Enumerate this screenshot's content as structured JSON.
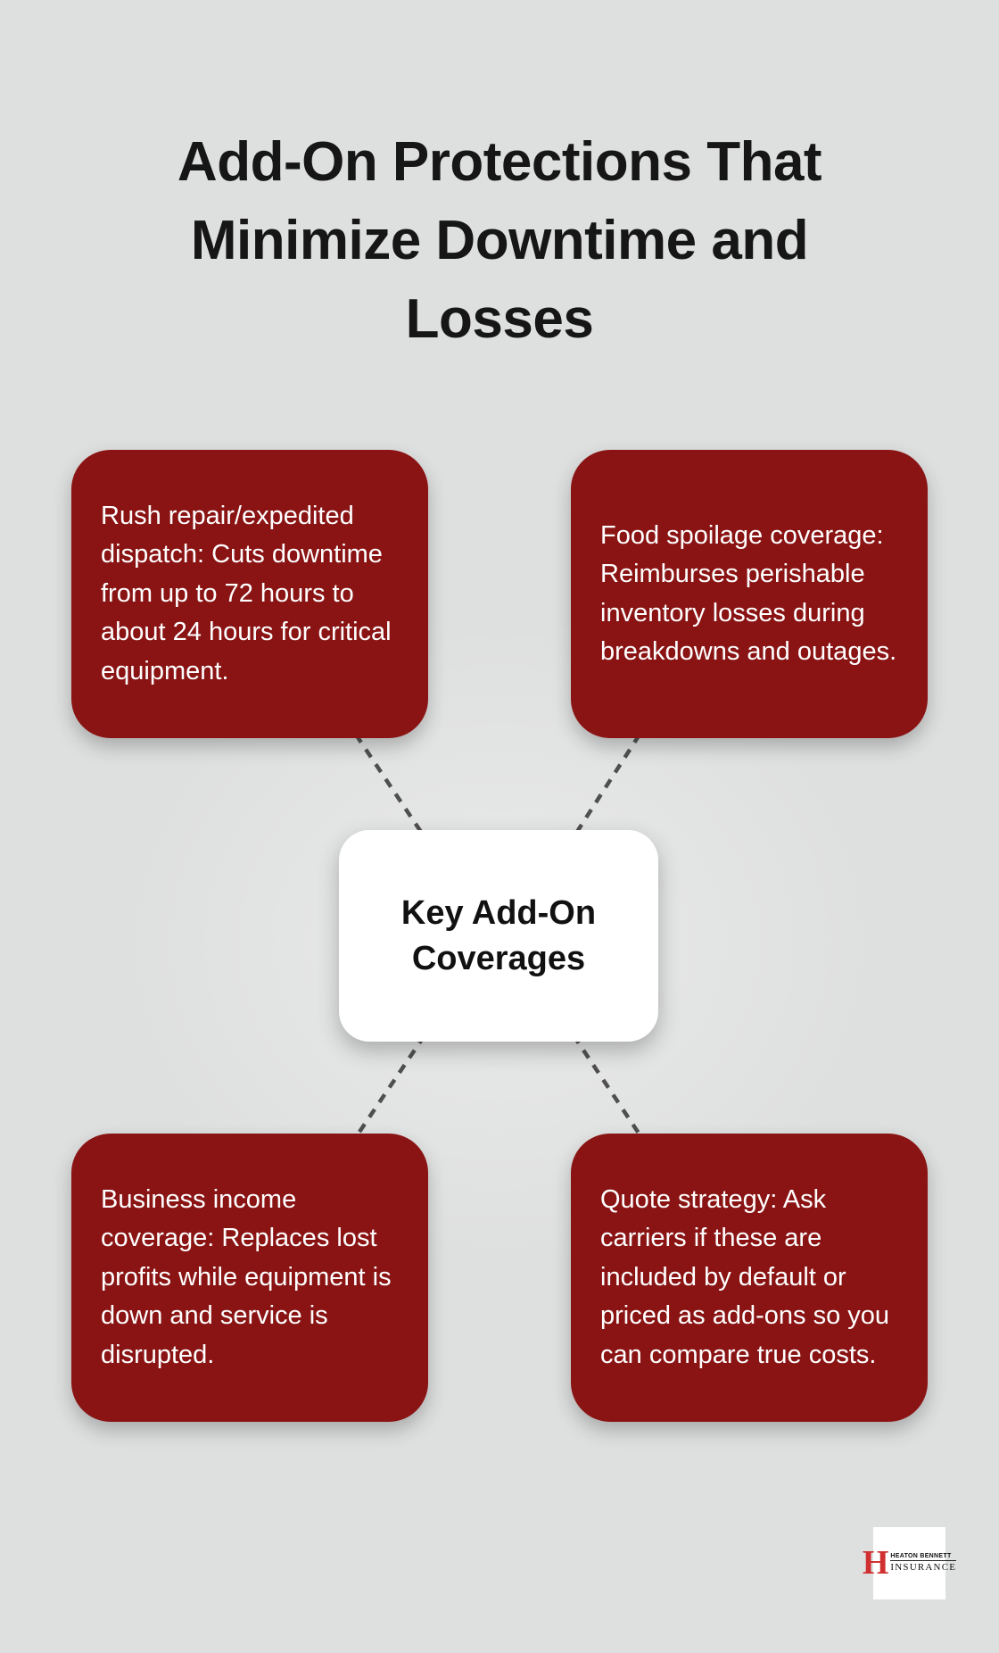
{
  "title": "Add-On Protections That Minimize Downtime and Losses",
  "center_node": {
    "label": "Key Add-On Coverages"
  },
  "nodes": [
    {
      "position": "top-left",
      "text": "Rush repair/expedited dispatch: Cuts downtime from up to 72 hours to about 24 hours for critical equipment."
    },
    {
      "position": "top-right",
      "text": "Food spoilage coverage: Reimburses perishable inventory losses during breakdowns and outages."
    },
    {
      "position": "bottom-left",
      "text": "Business income coverage: Replaces lost profits while equipment is down and service is disrupted."
    },
    {
      "position": "bottom-right",
      "text": "Quote strategy: Ask carriers if these are included by default or priced as add-ons so you can compare true costs."
    }
  ],
  "logo": {
    "monogram": "H",
    "name": "HEATON BENNETT",
    "tagline": "INSURANCE"
  },
  "colors": {
    "page_bg": "#dedfdf",
    "page_glow": "#e9eaea",
    "title_text": "#161616",
    "node_bg": "#8a1414",
    "node_text": "#ffffff",
    "center_bg": "#ffffff",
    "center_text": "#111111",
    "connector": "#4f4f4f",
    "logo_red": "#d03030"
  }
}
